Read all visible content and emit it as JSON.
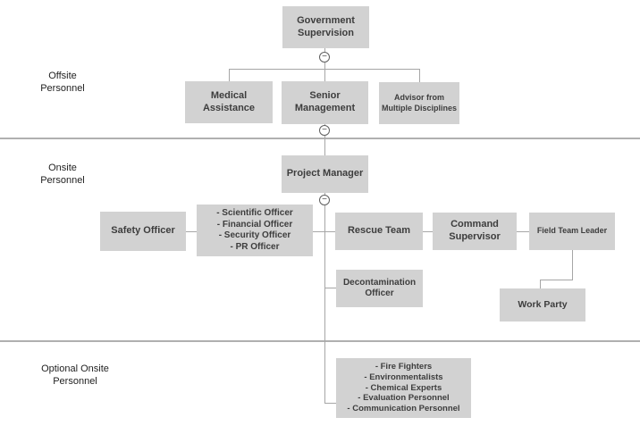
{
  "diagram": {
    "sections": {
      "offsite": {
        "label": "Offsite\nPersonnel"
      },
      "onsite": {
        "label": "Onsite\nPersonnel"
      },
      "optional": {
        "label": "Optional Onsite\nPersonnel"
      }
    },
    "nodes": {
      "government_supervision": {
        "label": "Government\nSupervision"
      },
      "medical_assistance": {
        "label": "Medical\nAssistance"
      },
      "senior_management": {
        "label": "Senior\nManagement"
      },
      "advisor": {
        "label": "Advisor from\nMultiple Disciplines"
      },
      "project_manager": {
        "label": "Project Manager"
      },
      "safety_officer": {
        "label": "Safety Officer"
      },
      "officers_list": {
        "items": [
          "- Scientific Officer",
          "- Financial Officer",
          "- Security Officer",
          "- PR Officer"
        ]
      },
      "rescue_team": {
        "label": "Rescue Team"
      },
      "command_supervisor": {
        "label": "Command\nSupervisor"
      },
      "field_team_leader": {
        "label": "Field Team Leader"
      },
      "decontamination_officer": {
        "label": "Decontamination\nOfficer"
      },
      "work_party": {
        "label": "Work Party"
      },
      "optional_list": {
        "items": [
          "- Fire Fighters",
          "- Environmentalists",
          "- Chemical Experts",
          "- Evaluation Personnel",
          "- Communication Personnel"
        ]
      }
    },
    "icons": {
      "collapse_glyph": "−"
    },
    "colors": {
      "node_fill": "#d2d2d2",
      "node_text": "#3d3d3d",
      "connector": "#a6a6a6",
      "divider": "#b0b0b0",
      "background": "#ffffff"
    }
  }
}
